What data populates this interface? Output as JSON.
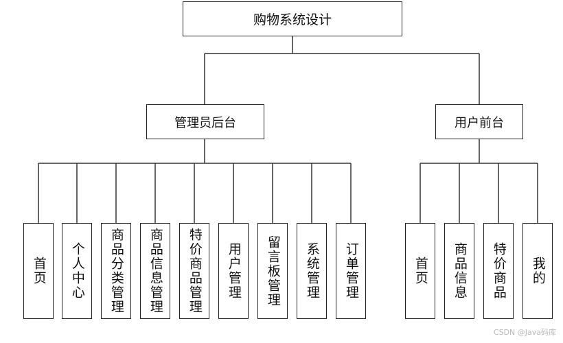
{
  "root": {
    "label": "购物系统设计"
  },
  "branches": [
    {
      "key": "admin",
      "label": "管理员后台",
      "children": [
        "首页",
        "个人中心",
        "商品分类管理",
        "商品信息管理",
        "特价商品管理",
        "用户管理",
        "留言板管理",
        "系统管理",
        "订单管理"
      ]
    },
    {
      "key": "user",
      "label": "用户前台",
      "children": [
        "首页",
        "商品信息",
        "特价商品",
        "我的"
      ]
    }
  ],
  "watermark": "CSDN @Java码库",
  "colors": {
    "line": "#333333",
    "border": "#222222",
    "background": "#ffffff"
  }
}
